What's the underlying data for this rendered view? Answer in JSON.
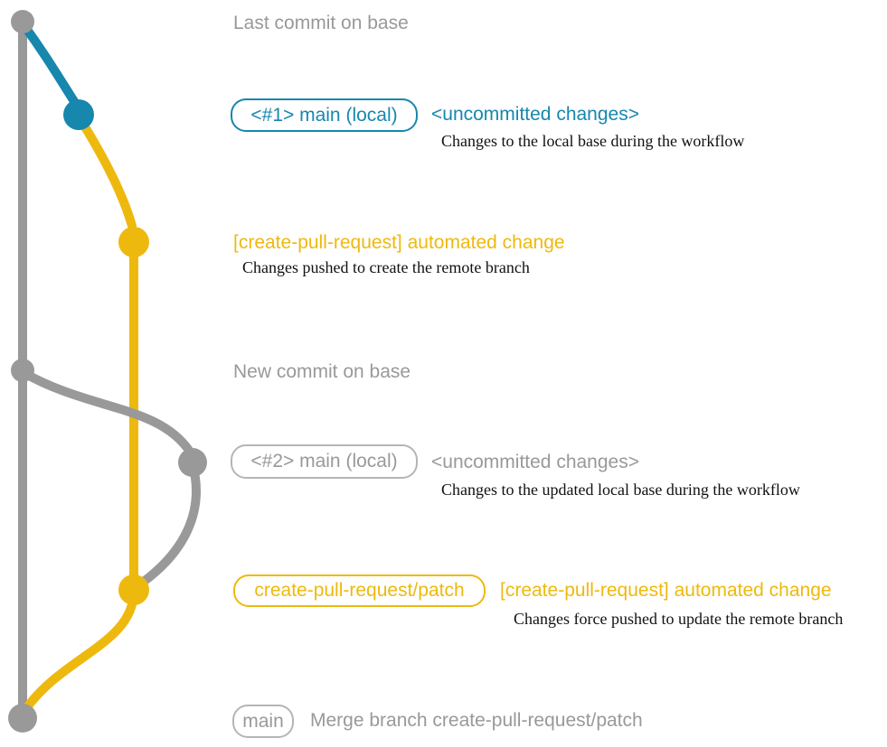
{
  "colors": {
    "gray": "#999999",
    "gray_light": "#b5b5b5",
    "teal": "#1787ae",
    "yellow": "#eeb90e",
    "text_black": "#111111",
    "background": "#ffffff"
  },
  "labels": {
    "last_commit": "Last commit on base",
    "new_commit": "New commit on base"
  },
  "rows": {
    "r1": {
      "tag": "<#1> main (local)",
      "status": "<uncommitted changes>",
      "desc": "Changes to the local base during the workflow"
    },
    "r2": {
      "message": "[create-pull-request] automated change",
      "desc": "Changes pushed to create the remote branch"
    },
    "r3": {
      "tag": "<#2> main (local)",
      "status": "<uncommitted changes>",
      "desc": "Changes to the updated local base during the workflow"
    },
    "r4": {
      "tag": "create-pull-request/patch",
      "message": "[create-pull-request] automated change",
      "desc": "Changes force pushed to update the remote branch"
    },
    "r5": {
      "tag": "main",
      "message": "Merge branch create-pull-request/patch"
    }
  },
  "graph": {
    "branches": [
      {
        "name": "base",
        "color": "#999999"
      },
      {
        "name": "main-local",
        "color": "#1787ae"
      },
      {
        "name": "create-pull-request/patch",
        "color": "#eeb90e"
      }
    ],
    "commits": [
      {
        "id": "last-commit-on-base",
        "branch": "base",
        "color": "#999999"
      },
      {
        "id": "main-local-1",
        "branch": "main-local",
        "color": "#1787ae"
      },
      {
        "id": "automated-change-1",
        "branch": "create-pull-request/patch",
        "color": "#eeb90e"
      },
      {
        "id": "new-commit-on-base",
        "branch": "base",
        "color": "#999999"
      },
      {
        "id": "main-local-2",
        "branch": "main-local",
        "color": "#999999"
      },
      {
        "id": "automated-change-2",
        "branch": "create-pull-request/patch",
        "color": "#eeb90e"
      },
      {
        "id": "merge-on-base",
        "branch": "base",
        "color": "#999999"
      }
    ]
  }
}
